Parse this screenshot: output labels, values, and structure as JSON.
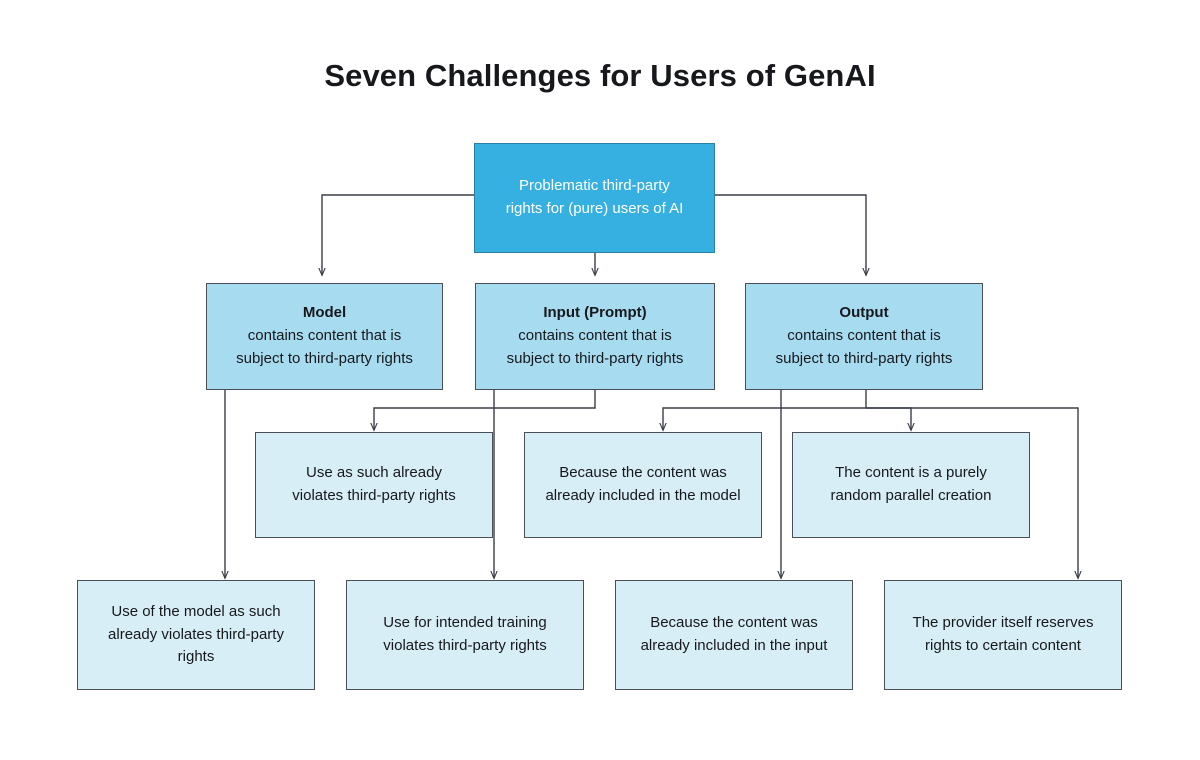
{
  "page": {
    "title": "Seven Challenges for Users of GenAI",
    "background": "#ffffff"
  },
  "colors": {
    "root_fill": "#36b0e0",
    "root_text": "#ffffff",
    "level2_fill": "#a7dcf0",
    "level3_fill": "#d8eef6",
    "level4_fill": "#d8eef6",
    "border": "#4a4f57",
    "connector": "#3a3f47",
    "text": "#16181c"
  },
  "diagram": {
    "root": {
      "id": "root",
      "lines": [
        "Problematic third-party",
        "rights for (pure) users of AI"
      ]
    },
    "level2": [
      {
        "id": "model",
        "heading": "Model",
        "lines": [
          "contains content that is",
          "subject to third-party rights"
        ]
      },
      {
        "id": "input-prompt",
        "heading": "Input (Prompt)",
        "lines": [
          "contains content that is",
          "subject to third-party rights"
        ]
      },
      {
        "id": "output",
        "heading": "Output",
        "lines": [
          "contains content that is",
          "subject to third-party rights"
        ]
      }
    ],
    "level3": [
      {
        "id": "use-as-such",
        "lines": [
          "Use as such already",
          "violates third-party rights"
        ]
      },
      {
        "id": "already-in-model",
        "lines": [
          "Because the content was",
          "already included in the model"
        ]
      },
      {
        "id": "random-parallel-creation",
        "lines": [
          "The content is a purely",
          "random parallel creation"
        ]
      }
    ],
    "level4": [
      {
        "id": "use-of-model",
        "lines": [
          "Use of the model as such",
          "already violates third-party",
          "rights"
        ]
      },
      {
        "id": "intended-training",
        "lines": [
          "Use for intended training",
          "violates third-party rights"
        ]
      },
      {
        "id": "already-in-input",
        "lines": [
          "Because the content was",
          "already included in the input"
        ]
      },
      {
        "id": "provider-reserves-rights",
        "lines": [
          "The provider itself reserves",
          "rights to certain content"
        ]
      }
    ]
  }
}
